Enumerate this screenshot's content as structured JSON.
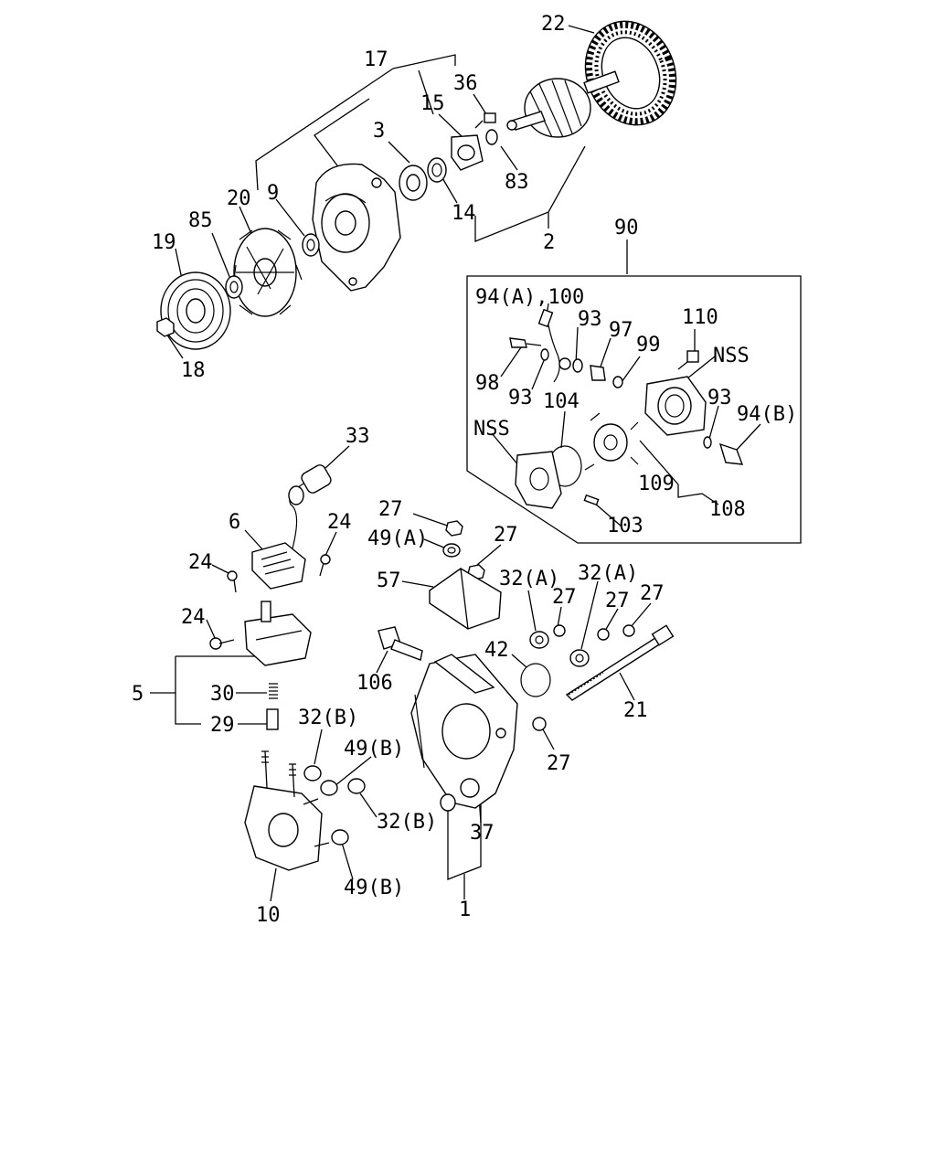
{
  "labels": {
    "l22": "22",
    "l17": "17",
    "l36": "36",
    "l15": "15",
    "l3": "3",
    "l83": "83",
    "l20": "20",
    "l9": "9",
    "l85": "85",
    "l19": "19",
    "l14": "14",
    "l2": "2",
    "l18": "18",
    "l90": "90",
    "l94a100": "94(A),100",
    "l93a": "93",
    "l97": "97",
    "l110": "110",
    "l99": "99",
    "lnss1": "NSS",
    "l98": "98",
    "l93b": "93",
    "l104": "104",
    "l93c": "93",
    "l94b": "94(B)",
    "lnss2": "NSS",
    "l109": "109",
    "l108": "108",
    "l103": "103",
    "l33": "33",
    "l6": "6",
    "l24a": "24",
    "l27a": "27",
    "l24b": "24",
    "l49a": "49(A)",
    "l27b": "27",
    "l57": "57",
    "l32a1": "32(A)",
    "l32a2": "32(A)",
    "l27c": "27",
    "l27d": "27",
    "l27e": "27",
    "l24c": "24",
    "l42": "42",
    "l106": "106",
    "l5": "5",
    "l30": "30",
    "l21": "21",
    "l29": "29",
    "l32b1": "32(B)",
    "l49b1": "49(B)",
    "l27f": "27",
    "l37": "37",
    "l32b2": "32(B)",
    "l49b2": "49(B)",
    "l10": "10",
    "l1": "1"
  }
}
